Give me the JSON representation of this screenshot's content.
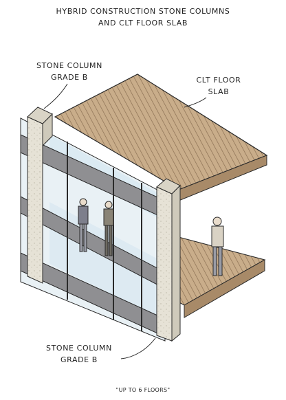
{
  "title": {
    "line1": "HYBRID CONSTRUCTION STONE COLUMNS",
    "line2": "AND CLT FLOOR SLAB"
  },
  "labels": {
    "stone_column_top": {
      "line1": "STONE COLUMN",
      "line2": "GRADE B"
    },
    "clt_floor_slab": {
      "line1": "CLT FLOOR",
      "line2": "SLAB"
    },
    "stone_column_bottom": {
      "line1": "STONE COLUMN",
      "line2": "GRADE B"
    }
  },
  "footnote": "\"UP TO 6 FLOORS\"",
  "colors": {
    "clt_wood": "#c9ad8a",
    "clt_wood_dark": "#8a6f52",
    "stone": "#e6e2d6",
    "steel_beam": "#8f8f92",
    "glass": "#cfe3ef",
    "ink": "#2a2a2a"
  }
}
